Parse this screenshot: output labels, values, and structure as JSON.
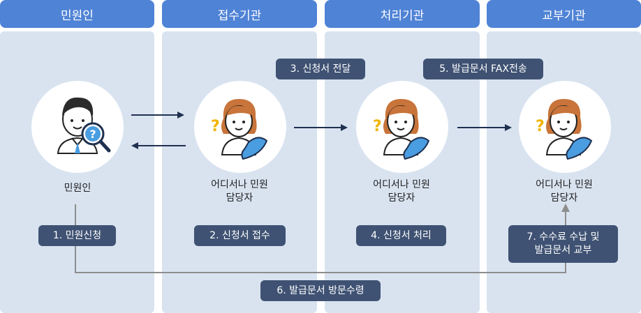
{
  "columns": [
    {
      "title": "민원인"
    },
    {
      "title": "접수기관"
    },
    {
      "title": "처리기관"
    },
    {
      "title": "교부기관"
    }
  ],
  "actors": {
    "applicant": "민원인",
    "officer_line1": "어디서나 민원",
    "officer_line2": "담당자"
  },
  "steps": {
    "s1": "1. 민원신청",
    "s2": "2. 신청서 접수",
    "s3": "3. 신청서 전달",
    "s4": "4. 신청서 처리",
    "s5": "5. 발급문서 FAX전송",
    "s6": "6. 발급문서 방문수령",
    "s7_line1": "7. 수수료 수납 및",
    "s7_line2": "발급문서 교부"
  },
  "icons": [
    "applicant-search-icon",
    "officer-phone-icon"
  ],
  "colors": {
    "header": "#4f83d6",
    "column": "#d9e3f0",
    "badge": "#3f5273",
    "phone": "#4a9de0",
    "hair": "#c8743a"
  }
}
